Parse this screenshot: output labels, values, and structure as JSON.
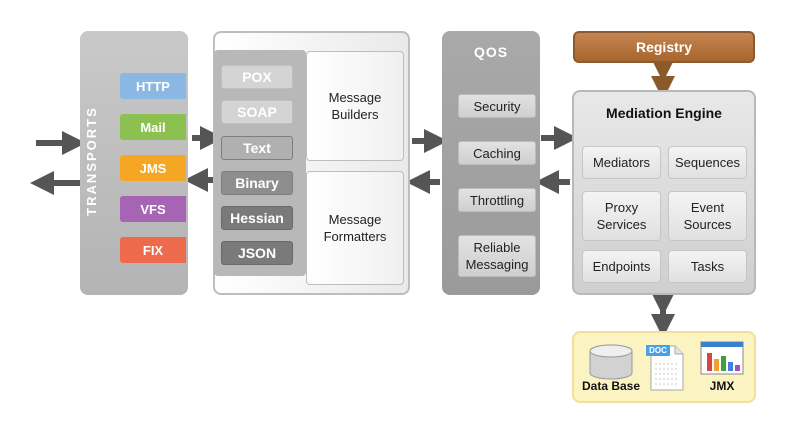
{
  "transports": {
    "title": "TRANSPORTS",
    "items": [
      {
        "label": "HTTP",
        "color": "#8ab7e4"
      },
      {
        "label": "Mail",
        "color": "#8cc152"
      },
      {
        "label": "JMS",
        "color": "#f5a623"
      },
      {
        "label": "VFS",
        "color": "#a564b4"
      },
      {
        "label": "FIX",
        "color": "#ee6a4c"
      }
    ]
  },
  "formats": [
    "POX",
    "SOAP",
    "Text",
    "Binary",
    "Hessian",
    "JSON"
  ],
  "builders_label": "Message\nBuilders",
  "formatters_label": "Message\nFormatters",
  "qos": {
    "title": "QOS",
    "items": [
      "Security",
      "Caching",
      "Throttling",
      "Reliable\nMessaging"
    ]
  },
  "registry": {
    "label": "Registry",
    "color": "#b0703a"
  },
  "mediation": {
    "title": "Mediation Engine",
    "items": [
      "Mediators",
      "Sequences",
      "Proxy\nServices",
      "Event\nSources",
      "Endpoints",
      "Tasks"
    ]
  },
  "datastores": {
    "database_label": "Data Base",
    "doc_tag": "DOC",
    "jmx_label": "JMX",
    "panel_color": "#fbf3c2"
  }
}
